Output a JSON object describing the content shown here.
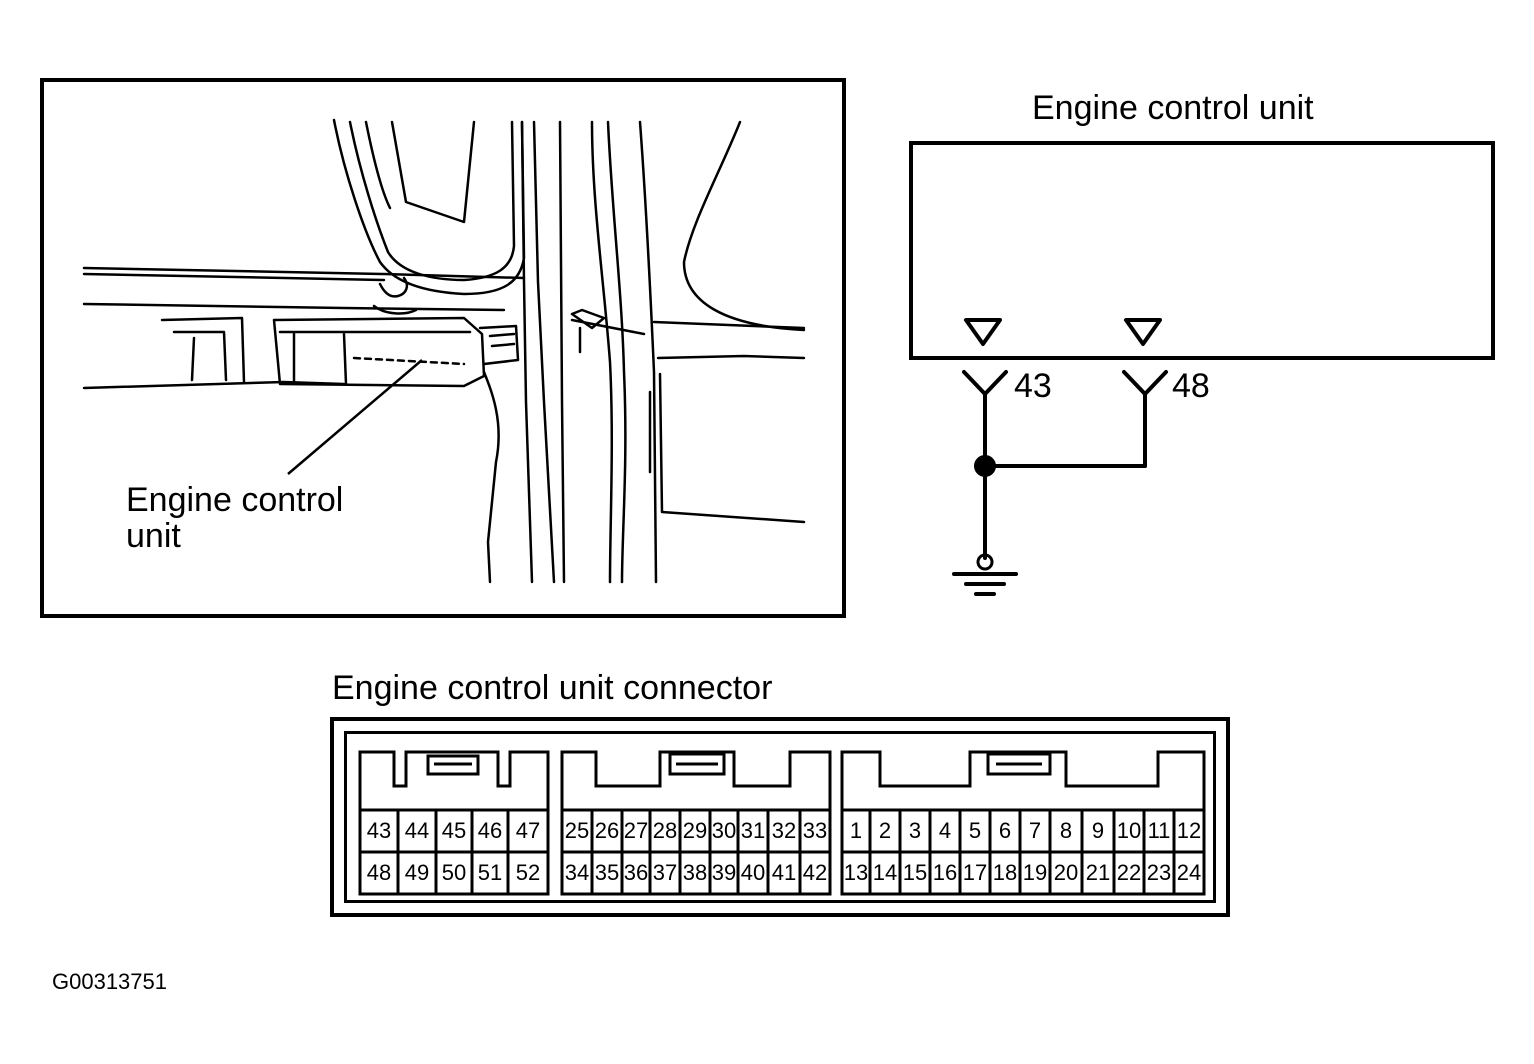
{
  "left_figure": {
    "callout_label_line1": "Engine control",
    "callout_label_line2": "unit"
  },
  "schematic": {
    "title": "Engine control unit",
    "terminal_a": "43",
    "terminal_b": "48"
  },
  "connector": {
    "title": "Engine control unit connector",
    "blocks": [
      {
        "top_row": [
          "43",
          "44",
          "45",
          "46",
          "47"
        ],
        "bottom_row": [
          "48",
          "49",
          "50",
          "51",
          "52"
        ]
      },
      {
        "top_row": [
          "25",
          "26",
          "27",
          "28",
          "29",
          "30",
          "31",
          "32",
          "33"
        ],
        "bottom_row": [
          "34",
          "35",
          "36",
          "37",
          "38",
          "39",
          "40",
          "41",
          "42"
        ]
      },
      {
        "top_row": [
          "1",
          "2",
          "3",
          "4",
          "5",
          "6",
          "7",
          "8",
          "9",
          "10",
          "11",
          "12"
        ],
        "bottom_row": [
          "13",
          "14",
          "15",
          "16",
          "17",
          "18",
          "19",
          "20",
          "21",
          "22",
          "23",
          "24"
        ]
      }
    ]
  },
  "figure_id": "G00313751"
}
